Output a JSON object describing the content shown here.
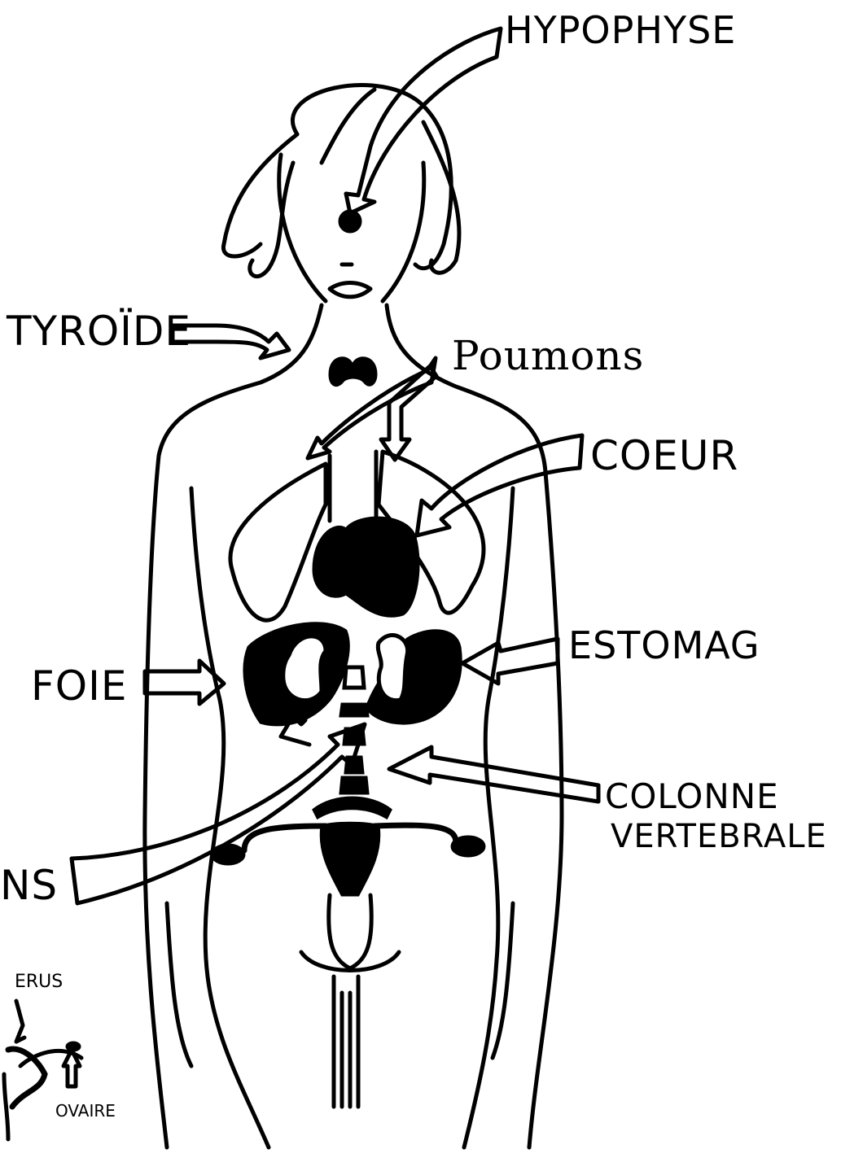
{
  "colors": {
    "ink": "#000000",
    "paper": "#ffffff"
  },
  "labels": {
    "hypophyse": "HYPOPHYSE",
    "tyroide": "TYROÏDE",
    "poumons": "Poumons",
    "coeur": "COEUR",
    "estomac": "ESTOMAG",
    "foie": "FOIE",
    "colonne_line1": "COLONNE",
    "colonne_line2": "VERTEBRALE",
    "reins_partial": "NS",
    "uterus_partial": "ERUS",
    "ovaire": "OVAIRE"
  },
  "icons": {
    "figure": "woman-body-outline",
    "organs": [
      "pituitary-dot",
      "thyroid",
      "lungs",
      "heart",
      "liver",
      "stomach",
      "kidneys",
      "spine",
      "uterus",
      "ovaries"
    ]
  }
}
